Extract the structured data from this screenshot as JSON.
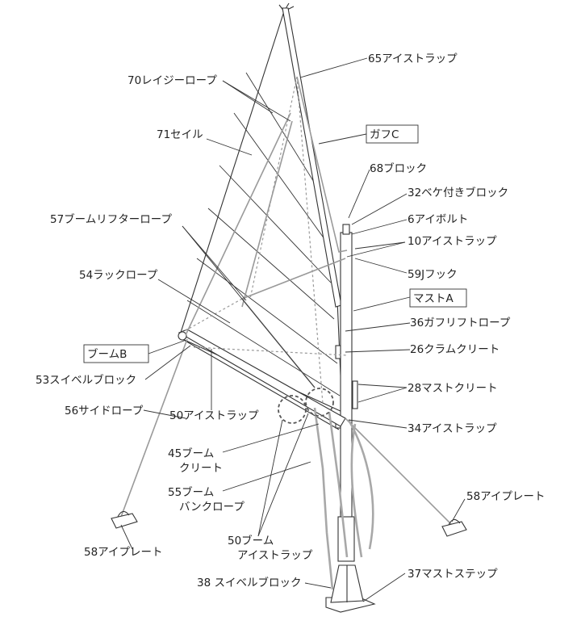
{
  "labels": {
    "l65": "65アイストラップ",
    "l70": "70レイジーロープ",
    "l71": "71セイル",
    "gaff": "ガフC",
    "l68": "68ブロック",
    "l32": "32ベケ付きブロック",
    "l6": "6アイボルト",
    "l10": "10アイストラップ",
    "l57": "57ブームリフターロープ",
    "l59": "59Jフック",
    "l54": "54ラックロープ",
    "mast": "マストA",
    "l36": "36ガフリフトロープ",
    "boom": "ブームB",
    "l26": "26クラムクリート",
    "l53": "53スイベルブロック",
    "l28": "28マストクリート",
    "l56": "56サイドロープ",
    "l50a": "50アイストラップ",
    "l34": "34アイストラップ",
    "l45a": "45ブーム",
    "l45b": "クリート",
    "l55a": "55ブーム",
    "l55b": "バンクロープ",
    "l58r": "58アイプレート",
    "l50ba": "50ブーム",
    "l50bb": "アイストラップ",
    "l58l": "58アイプレート",
    "l38": "38 スイベルブロック",
    "l37": "37マストステップ"
  }
}
